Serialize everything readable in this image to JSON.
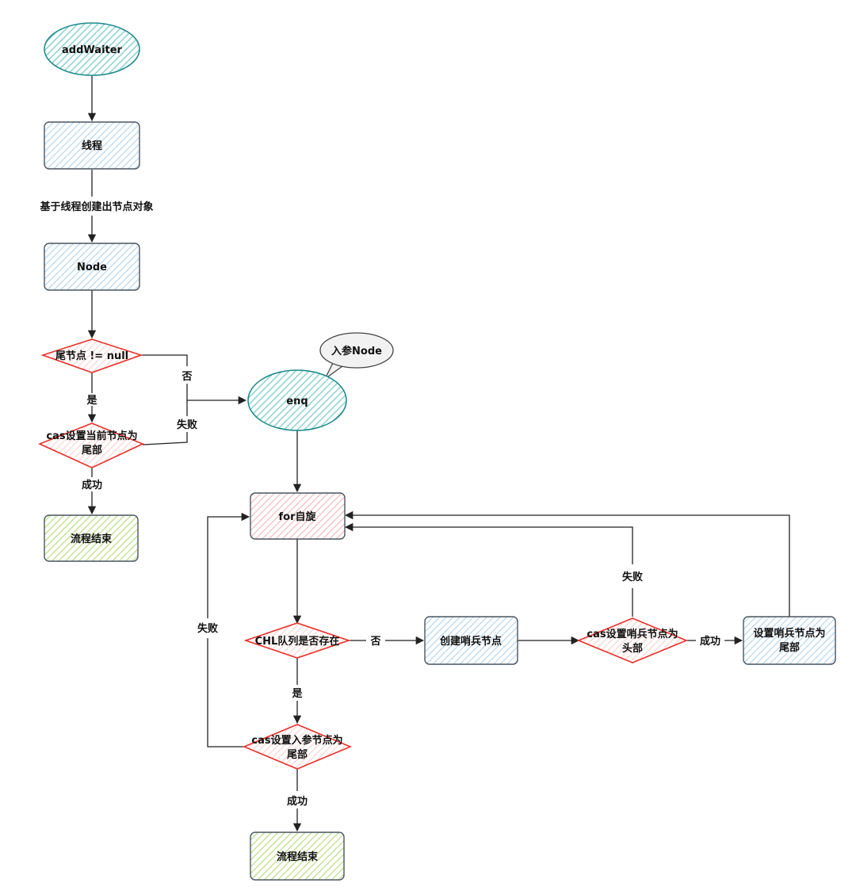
{
  "colors": {
    "ellipse_fill": "#b9e4e4",
    "ellipse_stroke": "#1f8c8c",
    "process_fill": "#d7ebf7",
    "process_stroke": "#4a5560",
    "decision_fill": "#fff0ef",
    "decision_stroke": "#e8302a",
    "end_fill": "#d9ecb2",
    "end_stroke": "#4a5560",
    "loop_fill": "#f9dede",
    "callout_fill": "#f2f2f2",
    "line": "#222222"
  },
  "nodes": {
    "add_waiter": "addWaiter",
    "thread": "线程",
    "node": "Node",
    "tail_check": "尾节点 != null",
    "cas_tail_line1": "cas设置当前节点为",
    "cas_tail_line2": "尾部",
    "end_left": "流程结束",
    "enq": "enq",
    "callout": "入参Node",
    "for_loop": "for自旋",
    "chl_exists": "CHL队列是否存在",
    "create_sentinel": "创建哨兵节点",
    "cas_head_line1": "cas设置哨兵节点为",
    "cas_head_line2": "头部",
    "set_sentinel_tail_line1": "设置哨兵节点为",
    "set_sentinel_tail_line2": "尾部",
    "cas_param_line1": "cas设置入参节点为",
    "cas_param_line2": "尾部",
    "end_bottom": "流程结束"
  },
  "edges": {
    "create_node_from_thread": "基于线程创建出节点对象",
    "tail_no": "否",
    "tail_yes": "是",
    "cas_tail_fail": "失败",
    "cas_tail_success": "成功",
    "chl_no": "否",
    "chl_yes": "是",
    "cas_head_fail": "失败",
    "cas_head_success": "成功",
    "cas_param_fail": "失败",
    "cas_param_success": "成功"
  }
}
